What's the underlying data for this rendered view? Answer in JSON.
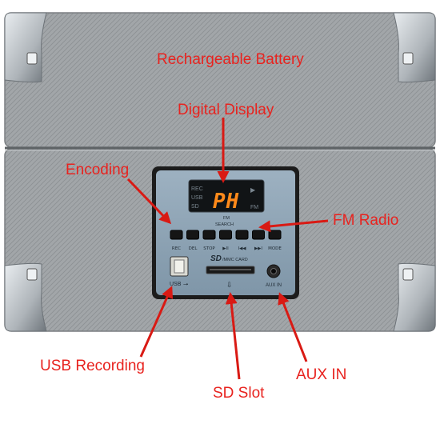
{
  "callouts": {
    "battery": "Rechargeable Battery",
    "display": "Digital Display",
    "encoding": "Encoding",
    "fm_radio": "FM Radio",
    "usb_recording": "USB Recording",
    "sd_slot": "SD Slot",
    "aux_in": "AUX IN"
  },
  "panel": {
    "display_text": "PH",
    "indicators": [
      "REC",
      "USB",
      "SD"
    ],
    "fm_indicator": "FM",
    "play_indicator": "▶",
    "fm_search": "FM",
    "search_label": "SEARCH",
    "buttons": [
      "REC",
      "DEL",
      "STOP",
      "▶II",
      "I◀◀",
      "▶▶I",
      "MODE"
    ],
    "sd_logo": "SD",
    "sd_caption": "/MMC CARD",
    "usb_label": "USB",
    "aux_label": "AUX IN"
  },
  "colors": {
    "label_red": "#e8231f",
    "arrow_red": "#d91a14",
    "case_gray": "#9fa3a6",
    "panel_blue": "#8fa6b8",
    "led_orange": "#ff8a1a"
  }
}
